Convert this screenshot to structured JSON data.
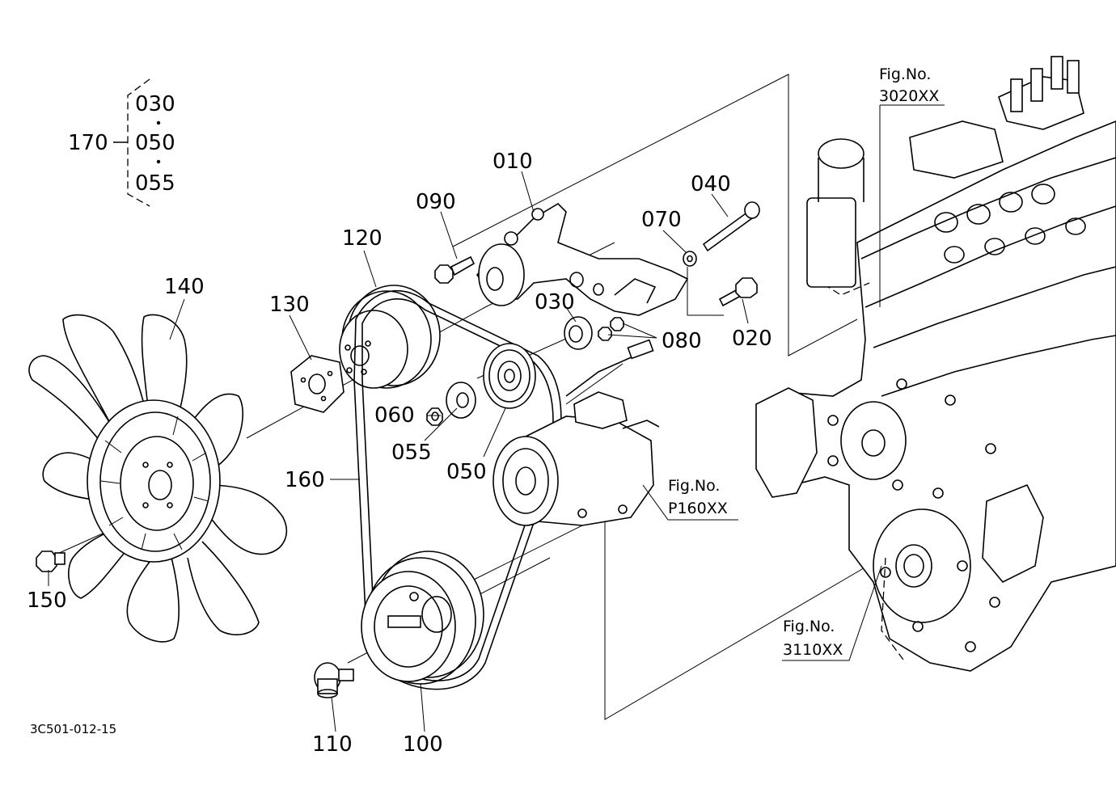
{
  "diagram_code": "3C501-012-15",
  "group_bracket": {
    "label": "170",
    "items": [
      "030",
      "050",
      "055"
    ]
  },
  "callouts": {
    "p010": "010",
    "p020": "020",
    "p030": "030",
    "p040": "040",
    "p050": "050",
    "p055": "055",
    "p060": "060",
    "p070": "070",
    "p080": "080",
    "p090": "090",
    "p100": "100",
    "p110": "110",
    "p120": "120",
    "p130": "130",
    "p140": "140",
    "p150": "150",
    "p160": "160"
  },
  "figure_refs": {
    "fig3020": {
      "line1": "Fig.No.",
      "line2": "3020XX"
    },
    "figP160": {
      "line1": "Fig.No.",
      "line2": "P160XX"
    },
    "fig3110": {
      "line1": "Fig.No.",
      "line2": "3110XX"
    }
  }
}
